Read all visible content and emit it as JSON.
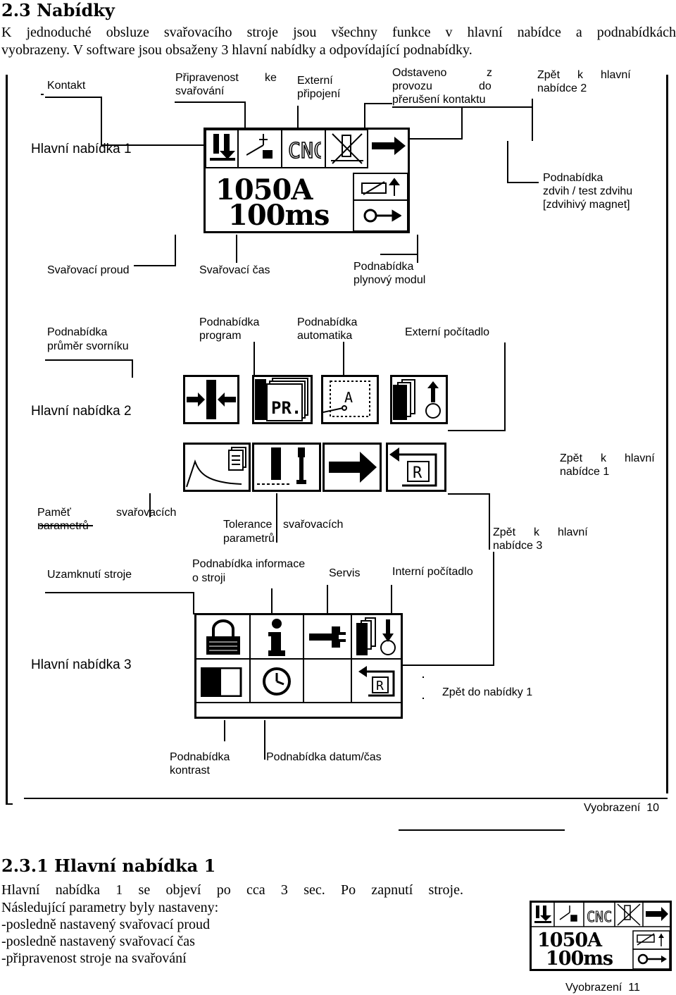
{
  "heading": "2.3 Nabídky",
  "intro_line1": "K jednoduché obsluze svařovacího stroje jsou všechny funkce v hlavní nabídce a podnabídkách",
  "intro_line2": "vyobrazeny. V software jsou obsaženy 3 hlavní nabídky a odpovídající podnabídky.",
  "menu1": {
    "title": "Hlavní nabídka 1",
    "display_current": "1050A",
    "display_time": "100ms",
    "labels": {
      "kontakt": "Kontakt",
      "pripravenost_1": "Připravenost",
      "pripravenost_ke": "ke",
      "pripravenost_2": "svařování",
      "externi_1": "Externí",
      "externi_2": "připojení",
      "odstaveno_1": "Odstaveno",
      "odstaveno_z": "z",
      "odstaveno_2": "provozu",
      "odstaveno_do": "do",
      "odstaveno_3": "přerušení kontaktu",
      "zpet_1": "Zpět",
      "zpet_k": "k",
      "zpet_hlavni": "hlavní",
      "zpet_2": "nabídce 2",
      "zdvih_1": "Podnabídka",
      "zdvih_2": "zdvih / test zdvihu",
      "zdvih_3": "[zdvihivý magnet]",
      "proud": "Svařovací proud",
      "cas": "Svařovací čas",
      "plyn_1": "Podnabídka",
      "plyn_2": "plynový modul"
    },
    "icons": [
      "stud-down-icon",
      "gas-valve-icon",
      "cnc-icon",
      "gun-icon",
      "arrow-right-icon",
      "lift-test-icon",
      "key-icon"
    ]
  },
  "menu2": {
    "title": "Hlavní nabídka 2",
    "labels": {
      "prumer_1": "Podnabídka",
      "prumer_2": "průměr svorníku",
      "program_1": "Podnabídka",
      "program_2": "program",
      "auto_1": "Podnabídka",
      "auto_2": "automatika",
      "pocitadlo": "Externí počítadlo",
      "zpet_1": "Zpět",
      "zpet_k": "k",
      "zpet_hlavni": "hlavní",
      "zpet_2": "nabídce 1",
      "pamet_1": "Paměť",
      "pamet_svar": "svařovacích",
      "pamet_2": "parametrů",
      "tol_1": "Tolerance",
      "tol_svar": "svařovacích",
      "tol_2": "parametrů",
      "zpet3_1": "Zpět",
      "zpet3_k": "k",
      "zpet3_hlavni": "hlavní",
      "zpet3_2": "nabídce 3"
    },
    "icons": [
      "stud-diameter-icon",
      "program-icon",
      "automatic-icon",
      "external-counter-icon",
      "memory-curve-icon",
      "tolerance-icon",
      "arrow-right-icon",
      "return-icon"
    ]
  },
  "menu3": {
    "title": "Hlavní nabídka 3",
    "labels": {
      "zamek": "Uzamknutí stroje",
      "info_1": "Podnabídka informace",
      "info_2": "o stroji",
      "servis": "Servis",
      "interni": "Interní počítadlo",
      "zpet1": "Zpět do nabídky 1",
      "kontrast_1": "Podnabídka",
      "kontrast_2": "kontrast",
      "datum": "Podnabídka datum/čas"
    },
    "icons": [
      "lock-icon",
      "info-icon",
      "wrench-icon",
      "internal-counter-icon",
      "contrast-icon",
      "clock-icon",
      "return-icon"
    ]
  },
  "fig10": "Vyobrazení  10",
  "subheading": "2.3.1 Hlavní nabídka 1",
  "sub_para": {
    "line1a": "Hlavní",
    "line1b": "nabídka",
    "line1c": "1",
    "line1d": "se",
    "line1e": "objeví",
    "line1f": "po",
    "line1g": "cca",
    "line1h": "3",
    "line1i": "sec.",
    "line1j": "Po",
    "line1k": "zapnutí",
    "line1l": "stroje.",
    "line2": "Následující parametry byly nastaveny:",
    "line3": "-posledně nastavený svařovací proud",
    "line4": "-posledně nastavený svařovací čas",
    "line5": "-připravenost stroje na svařování"
  },
  "fig11": "Vyobrazení  11"
}
